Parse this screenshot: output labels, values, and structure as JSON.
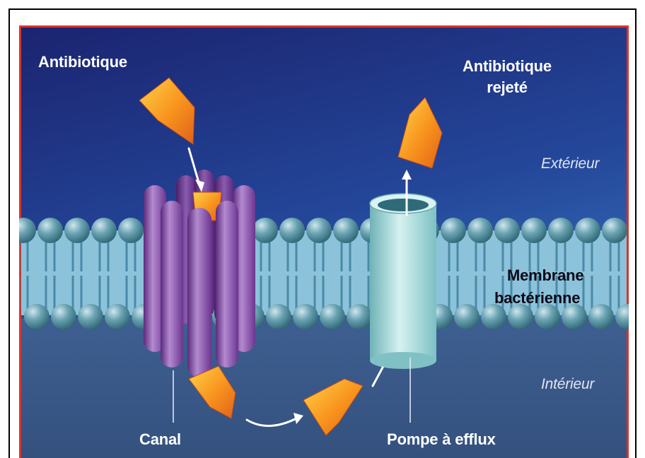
{
  "labels": {
    "antibiotic_in": "Antibiotique",
    "antibiotic_rejected_line1": "Antibiotique",
    "antibiotic_rejected_line2": "rejeté",
    "exterior": "Extérieur",
    "membrane_line1": "Membrane",
    "membrane_line2": "bactérienne",
    "interior": "Intérieur",
    "channel": "Canal",
    "efflux_pump": "Pompe à efflux"
  },
  "colors": {
    "exterior_top": "#1c2a78",
    "exterior_bottom": "#3566b2",
    "interior": "#3b5a8c",
    "membrane_band": "#8fc4dc",
    "lipid_head": "#4a8a9a",
    "antibiotic": "#f7941d",
    "channel": "#7a3f99",
    "pump": "#a8dcdc",
    "border_accent": "#d9352b"
  }
}
